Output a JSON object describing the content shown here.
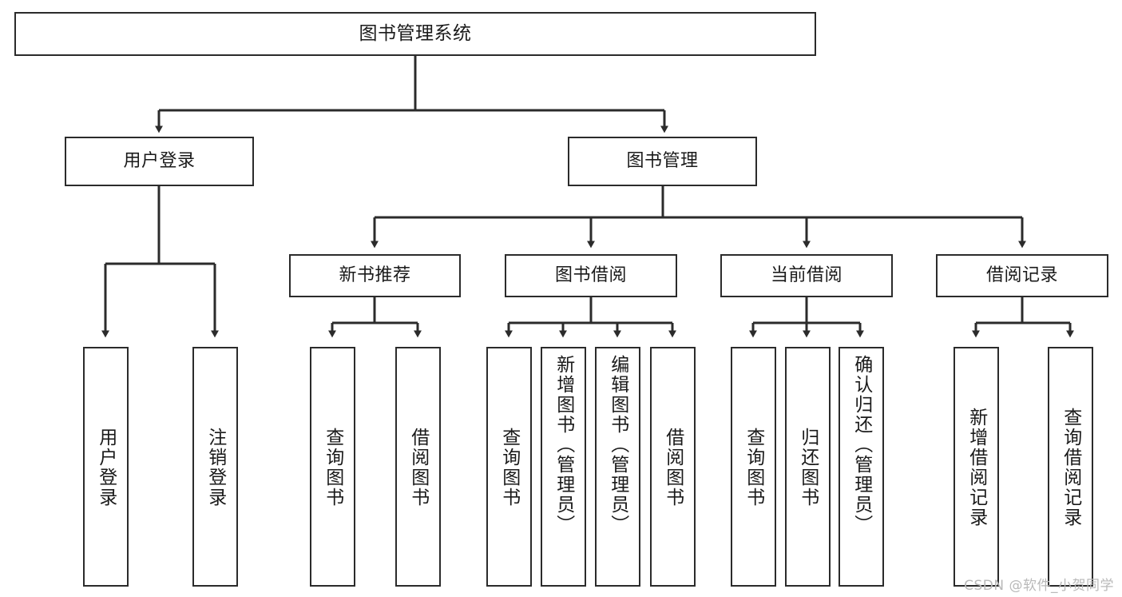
{
  "diagram": {
    "title": "图书管理系统",
    "type": "tree-hierarchy",
    "root": {
      "label": "图书管理系统"
    },
    "level2": [
      {
        "label": "用户登录"
      },
      {
        "label": "图书管理"
      }
    ],
    "level3": [
      {
        "label": "新书推荐"
      },
      {
        "label": "图书借阅"
      },
      {
        "label": "当前借阅"
      },
      {
        "label": "借阅记录"
      }
    ],
    "leaves": [
      {
        "label": "用户登录",
        "parent": "用户登录"
      },
      {
        "label": "注销登录",
        "parent": "用户登录"
      },
      {
        "label": "查询图书",
        "parent": "新书推荐"
      },
      {
        "label": "借阅图书",
        "parent": "新书推荐"
      },
      {
        "label": "查询图书",
        "parent": "图书借阅"
      },
      {
        "label": "新增图书（管理员）",
        "parent": "图书借阅"
      },
      {
        "label": "编辑图书（管理员）",
        "parent": "图书借阅"
      },
      {
        "label": "借阅图书",
        "parent": "图书借阅"
      },
      {
        "label": "查询图书",
        "parent": "当前借阅"
      },
      {
        "label": "归还图书",
        "parent": "当前借阅"
      },
      {
        "label": "确认归还（管理员）",
        "parent": "当前借阅"
      },
      {
        "label": "新增借阅记录",
        "parent": "借阅记录"
      },
      {
        "label": "查询借阅记录",
        "parent": "借阅记录"
      }
    ]
  },
  "watermark": {
    "text": "CSDN @软件_小贺同学"
  },
  "colors": {
    "stroke": "#2b2b2b",
    "fill": "#ffffff",
    "text": "#1a1a1a",
    "watermark": "#b9b9b9"
  }
}
